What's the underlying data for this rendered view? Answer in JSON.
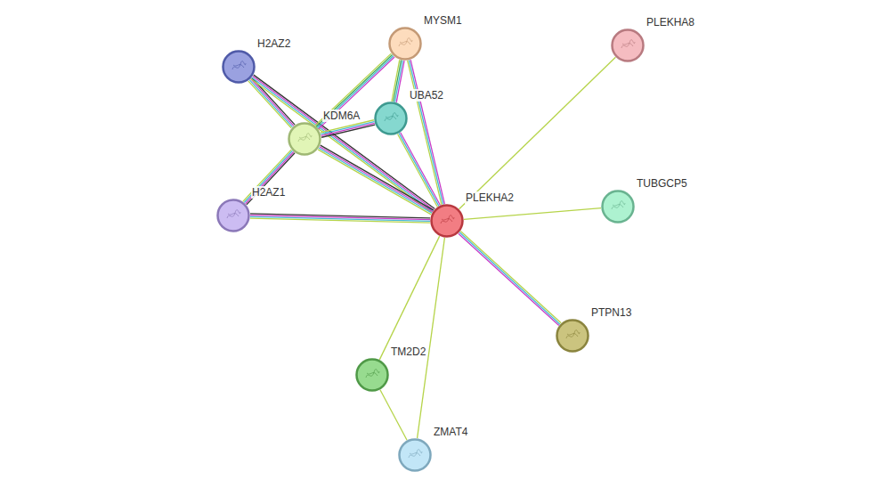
{
  "diagram": {
    "nodes": [
      {
        "text": [
          "H2AZ2"
        ]
      },
      {
        "text": [
          "MYSM1"
        ]
      },
      {
        "text": [
          "PLEKHA8"
        ]
      },
      {
        "text": [
          "UBA52"
        ]
      },
      {
        "text": [
          "KDM6A"
        ]
      },
      {
        "text": [
          "PLEKHA2"
        ]
      },
      {
        "text": [
          "H2AZ1"
        ]
      },
      {
        "text": [
          "TUBGCP5"
        ]
      },
      {
        "text": [
          "PTPN13"
        ]
      },
      {
        "text": [
          "TM2D2"
        ]
      },
      {
        "text": [
          "ZMAT4"
        ]
      }
    ],
    "edges": [
      {
        "from": 0,
        "to": 4,
        "arrow": "none"
      },
      {
        "from": 0,
        "to": 5,
        "arrow": "none"
      },
      {
        "from": 1,
        "to": 4,
        "arrow": "none"
      },
      {
        "from": 1,
        "to": 3,
        "arrow": "none"
      },
      {
        "from": 1,
        "to": 5,
        "arrow": "none"
      },
      {
        "from": 3,
        "to": 4,
        "arrow": "none"
      },
      {
        "from": 3,
        "to": 5,
        "arrow": "none"
      },
      {
        "from": 4,
        "to": 5,
        "arrow": "none"
      },
      {
        "from": 4,
        "to": 6,
        "arrow": "none"
      },
      {
        "from": 6,
        "to": 5,
        "arrow": "none"
      },
      {
        "from": 2,
        "to": 5,
        "arrow": "none"
      },
      {
        "from": 7,
        "to": 5,
        "arrow": "none"
      },
      {
        "from": 8,
        "to": 5,
        "arrow": "none"
      },
      {
        "from": 9,
        "to": 5,
        "arrow": "none"
      },
      {
        "from": 10,
        "to": 5,
        "arrow": "none"
      },
      {
        "from": 9,
        "to": 10,
        "arrow": "none"
      }
    ]
  }
}
